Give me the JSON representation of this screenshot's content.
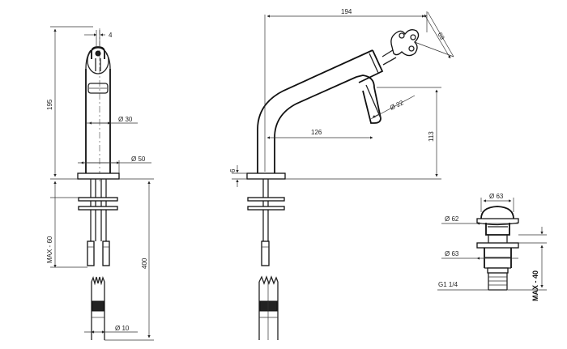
{
  "dimensions": {
    "top_offset": "4",
    "height_total": "195",
    "pipe_diameter": "Ø 30",
    "base_diameter": "Ø 50",
    "max_deck": "MAX - 60",
    "tail_length": "400",
    "tail_diameter": "Ø 10",
    "spout_reach": "194",
    "handle_width": "69",
    "outlet_diameter": "Ø 22",
    "outlet_reach": "126",
    "outlet_height": "113",
    "base_thickness": "6",
    "waste_cap_top": "Ø 63",
    "waste_cap_mid": "Ø 62",
    "waste_flange": "Ø 63",
    "waste_thread": "G1 1/4",
    "waste_max": "MAX - 40"
  }
}
